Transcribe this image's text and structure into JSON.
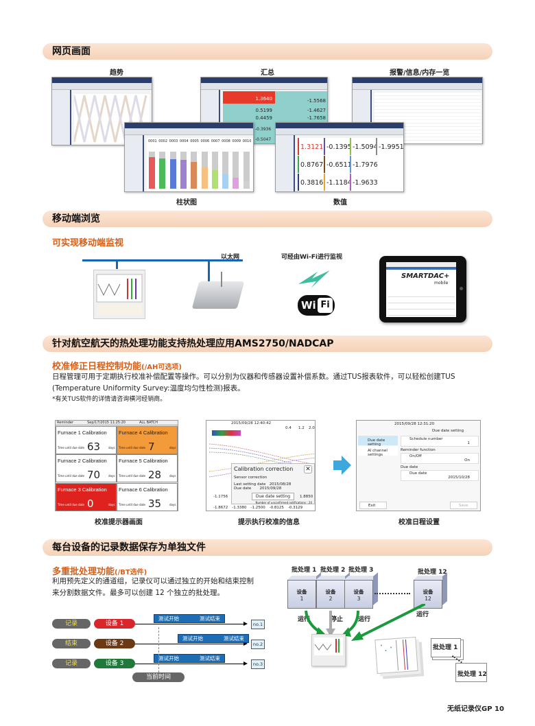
{
  "sections": {
    "web": "网页画面",
    "mobile": "移动端浏览",
    "aero": "针对航空航天的热处理功能支持热处理应用AMS2750/NADCAP",
    "batch": "每台设备的记录数据保存为单独文件"
  },
  "web": {
    "captions": {
      "trend": "趋势",
      "summary": "汇总",
      "alarm": "报警/信息/内存一览",
      "bar": "柱状图",
      "numeric": "数值"
    },
    "summary_values": [
      "1.3640",
      "-1.5568",
      "0.5199",
      "-1.4627",
      "0.4459",
      "-1.7658",
      "-0.3936",
      "-0.5047"
    ],
    "numeric_values": [
      "1.3121",
      "-0.1395",
      "-1.5094",
      "-1.9951",
      "0.8767",
      "-0.6511",
      "-1.7976",
      "0.3816",
      "-1.1184",
      "-1.9633"
    ],
    "numeric_colors": [
      "#d8392b",
      "#6a4aa0",
      "#8ac43f",
      "#888888",
      "#3aa54a",
      "#7a4a1a",
      "#5a9ad8",
      "#2a3d8a",
      "#f0a030",
      "#b060c0"
    ],
    "bar_channels": [
      "0001",
      "0002",
      "0003",
      "0004",
      "0005",
      "0006",
      "0007",
      "0008",
      "0009",
      "0010"
    ],
    "bar_levels": [
      0.85,
      0.82,
      0.8,
      0.78,
      0.72,
      0.58,
      0.5,
      0.38,
      0.3,
      0.2
    ],
    "bar_colors": [
      "#e85a5a",
      "#4cba5c",
      "#5a7ad8",
      "#a080d0",
      "#d88a5a",
      "#f5c080",
      "#b0e070",
      "#a8d0f0",
      "#e0a0e0",
      "#d0d0d0"
    ]
  },
  "mobile": {
    "subtitle": "可实现移动端监视",
    "ethernet_label": "以太网",
    "wifi_label": "可经由Wi-Fi进行监视",
    "wifi_logo_left": "Wi",
    "wifi_logo_right": "Fi",
    "tablet_brand": "SMARTDAC+",
    "tablet_brand_sub": "mobile"
  },
  "aero": {
    "subtitle": "校准修正日程控制功能",
    "subtitle_option": "(/AH可选项)",
    "para_line1": "日程管理可用于定期执行校准补偿配置等操作。可以分别为仪器和传感器设置补偿系数。通过TUS报表软件，可以轻松创建TUS",
    "para_line2": "(Temperature Uniformity Survey:温度均匀性检测)报表。",
    "note": "*有关TUS软件的详情请咨询横河经销商。",
    "reminder": {
      "header_left": "Reminder",
      "header_mid": "Sep/17/2015 11:25:20",
      "header_batch": "ALL BATCH",
      "unit_label": "Time until due date",
      "days": "days",
      "items": [
        {
          "title": "Furnace 1 Calibration",
          "value": "63",
          "state": "normal"
        },
        {
          "title": "Furnace 4 Calibration",
          "value": "7",
          "state": "warning"
        },
        {
          "title": "Furnace 2 Calibration",
          "value": "70",
          "state": "normal"
        },
        {
          "title": "Furnace 5 Calibration",
          "value": "28",
          "state": "normal"
        },
        {
          "title": "Furnace 3 Calibration",
          "value": "0",
          "state": "alarm"
        },
        {
          "title": "Furnace 6 Calibration",
          "value": "35",
          "state": "normal"
        }
      ]
    },
    "message": {
      "datetime": "2015/09/28 12:40:42",
      "scale": [
        "0.4",
        "1.2",
        "2.0"
      ],
      "title": "Calibration correction",
      "sensor": "Sensor correction",
      "last_label": "Last setting date",
      "last_value": "2015/08/28",
      "due_label": "Due date",
      "due_value": "2015/09/28",
      "button": "Due date setting",
      "footer_note": "Number of unconfirmed notifications : 20",
      "values": [
        "-1.1756",
        "1.8850",
        "-1.8672",
        "-1.3380",
        "-1.2500",
        "-0.8125",
        "-0.3129"
      ]
    },
    "schedule": {
      "datetime": "2015/09/28 12:31:20",
      "header": "Due date setting",
      "menu": [
        "Due date setting",
        "AI channel settings"
      ],
      "schedule_label": "Schedule number",
      "schedule_value": "1",
      "reminder_label": "Reminder function",
      "onoff_label": "On/Off",
      "onoff_value": "On",
      "due_group": "Due date",
      "due_label": "Due date",
      "due_value": "2015/10/28",
      "exit": "Exit",
      "save": "Save"
    },
    "captions": {
      "reminder": "校准提示器画面",
      "message": "提示执行校准的信息",
      "schedule": "校准日程设置"
    }
  },
  "batch": {
    "subtitle": "多重批处理功能",
    "subtitle_option": "(/BT选件)",
    "para_line1": "利用预先定义的通道组，记录仪可以通过独立的开始和结束控制",
    "para_line2": "来分割数据文件。最多可以创建 12 个独立的批处理。",
    "rows": [
      {
        "state": "记录",
        "device": "设备 1",
        "device_color": "#d9262c",
        "start": "测试开始",
        "end": "测试结束",
        "file": "no.1"
      },
      {
        "state": "结束",
        "device": "设备 2",
        "device_color": "#6b3a14",
        "start": "测试开始",
        "end": "测试结束",
        "file": "no.2"
      },
      {
        "state": "记录",
        "device": "设备 3",
        "device_color": "#1f7a3a",
        "start": "测试开始",
        "end": "测试结束",
        "file": "no.3"
      }
    ],
    "current_time": "当前时间",
    "batches": [
      {
        "label": "批处理 1",
        "device": "设备",
        "num": "1",
        "status": "运行"
      },
      {
        "label": "批处理 2",
        "device": "设备",
        "num": "2",
        "status": "停止"
      },
      {
        "label": "批处理 3",
        "device": "设备",
        "num": "3",
        "status": "运行"
      },
      {
        "label": "批处理 12",
        "device": "设备",
        "num": "12",
        "status": "运行"
      }
    ],
    "doc1": "批处理 1",
    "doc12": "批处理 12"
  },
  "footer": {
    "product": "无纸记录仪GP",
    "page": "10"
  }
}
